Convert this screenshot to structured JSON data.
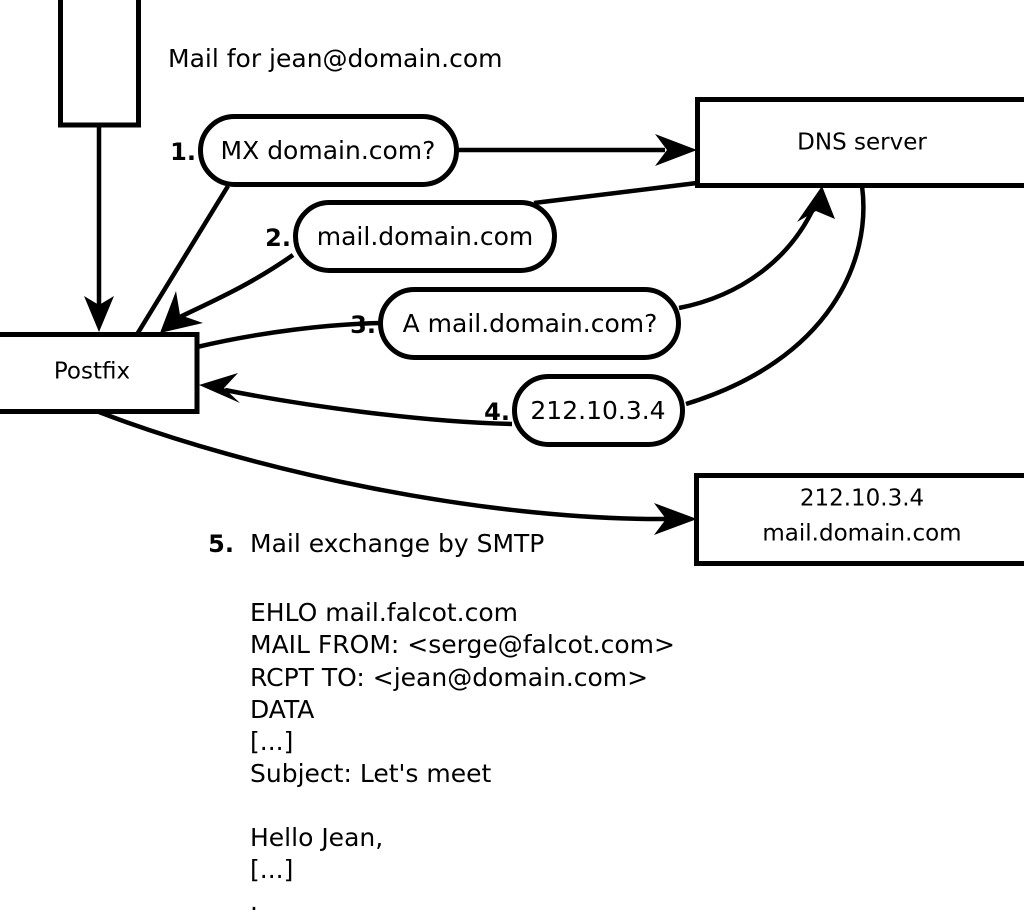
{
  "diagram": {
    "title_note": "Mail for jean@domain.com",
    "nodes": [
      {
        "id": "sender-host",
        "label": ""
      },
      {
        "id": "postfix",
        "label": "Postfix"
      },
      {
        "id": "dns-server",
        "label": "DNS server"
      },
      {
        "id": "remote-mx-line1",
        "label": "212.10.3.4"
      },
      {
        "id": "remote-mx-line2",
        "label": "mail.domain.com"
      }
    ],
    "steps": [
      {
        "num": "1.",
        "label": "MX domain.com?"
      },
      {
        "num": "2.",
        "label": "mail.domain.com"
      },
      {
        "num": "3.",
        "label": "A mail.domain.com?"
      },
      {
        "num": "4.",
        "label": "212.10.3.4"
      },
      {
        "num": "5.",
        "label": "Mail exchange by SMTP"
      }
    ],
    "transcript": [
      "EHLO mail.falcot.com",
      "MAIL FROM: <serge@falcot.com>",
      "RCPT TO: <jean@domain.com>",
      "DATA",
      "[...]",
      "Subject: Let's meet",
      "",
      "Hello Jean,",
      "[...]",
      "",
      "."
    ],
    "colors": {
      "stroke": "#000000",
      "fill": "#ffffff",
      "text": "#000000"
    }
  }
}
